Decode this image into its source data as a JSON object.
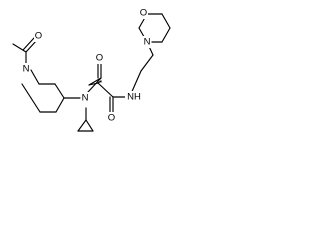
{
  "molecule": {
    "atoms": {
      "ring_oxygen": "O",
      "morpholine_nitrogen": "N",
      "amide_nitrogen_h": "NH",
      "piperidine_nitrogen": "N",
      "acetyl_oxygen": "O",
      "amide_nitrogen": "N",
      "amide_oxygen_left": "O",
      "amide_oxygen_right": "O"
    }
  }
}
